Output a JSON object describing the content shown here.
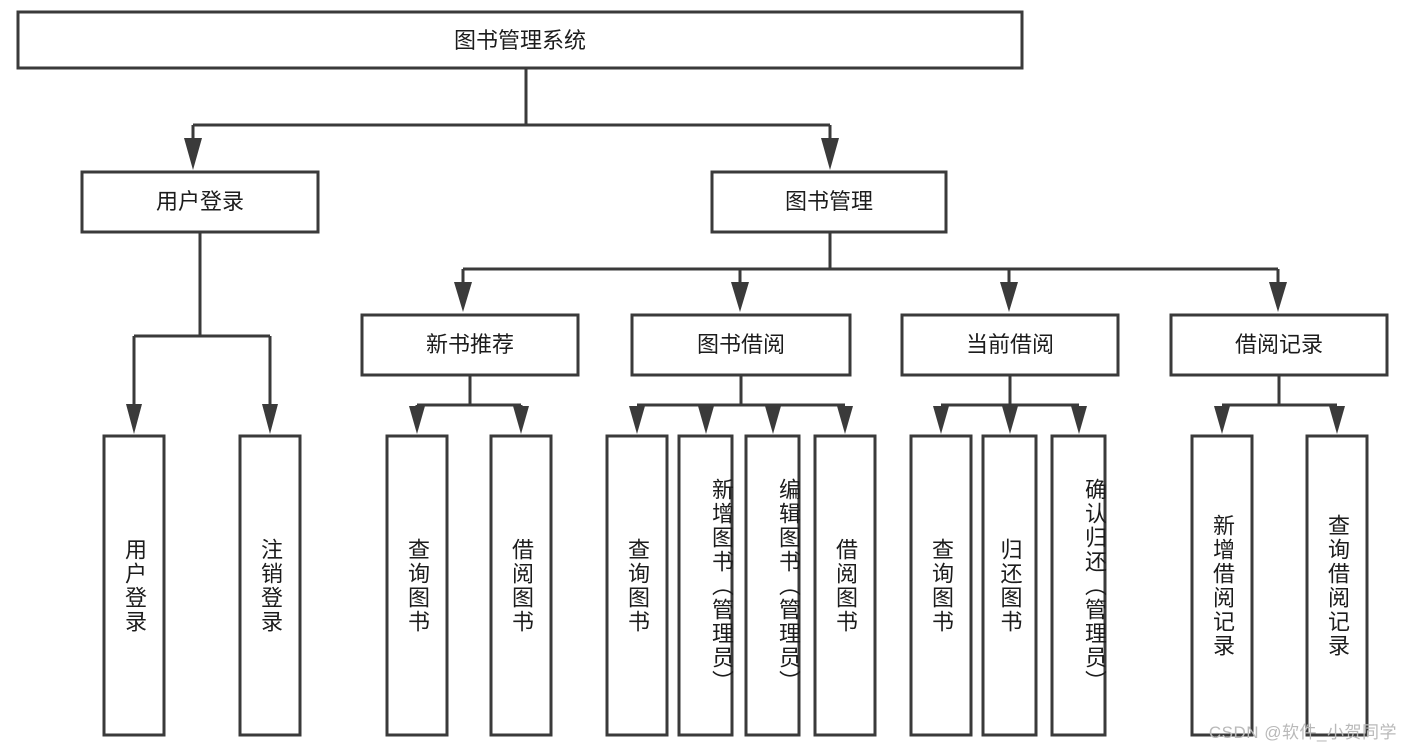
{
  "diagram": {
    "type": "tree",
    "title": "图书管理系统",
    "watermark": "CSDN @软件_小贺同学",
    "colors": {
      "background": "#ffffff",
      "box_stroke": "#3a3a3a",
      "box_fill": "#ffffff",
      "text": "#1c1c1c",
      "connector": "#3a3a3a",
      "watermark": "#b9b9b9"
    },
    "nodes": {
      "root": {
        "label": "图书管理系统"
      },
      "level2": [
        {
          "id": "user-login",
          "label": "用户登录"
        },
        {
          "id": "book-manage",
          "label": "图书管理"
        }
      ],
      "level3": [
        {
          "id": "new-book-rec",
          "label": "新书推荐"
        },
        {
          "id": "book-borrow",
          "label": "图书借阅"
        },
        {
          "id": "current-borrow",
          "label": "当前借阅"
        },
        {
          "id": "borrow-record",
          "label": "借阅记录"
        }
      ],
      "leaves": {
        "user_login": [
          {
            "id": "leaf-user-login",
            "label": "用户登录"
          },
          {
            "id": "leaf-logout",
            "label": "注销登录"
          }
        ],
        "new_book_rec": [
          {
            "id": "leaf-query-book-1",
            "label": "查询图书"
          },
          {
            "id": "leaf-borrow-book-1",
            "label": "借阅图书"
          }
        ],
        "book_borrow": [
          {
            "id": "leaf-query-book-2",
            "label": "查询图书"
          },
          {
            "id": "leaf-add-book",
            "label": "新增图书（管理员）"
          },
          {
            "id": "leaf-edit-book",
            "label": "编辑图书（管理员）"
          },
          {
            "id": "leaf-borrow-book-2",
            "label": "借阅图书"
          }
        ],
        "current_borrow": [
          {
            "id": "leaf-query-book-3",
            "label": "查询图书"
          },
          {
            "id": "leaf-return-book",
            "label": "归还图书"
          },
          {
            "id": "leaf-confirm-return",
            "label": "确认归还（管理员）"
          }
        ],
        "borrow_record": [
          {
            "id": "leaf-add-record",
            "label": "新增借阅记录"
          },
          {
            "id": "leaf-query-record",
            "label": "查询借阅记录"
          }
        ]
      }
    }
  }
}
